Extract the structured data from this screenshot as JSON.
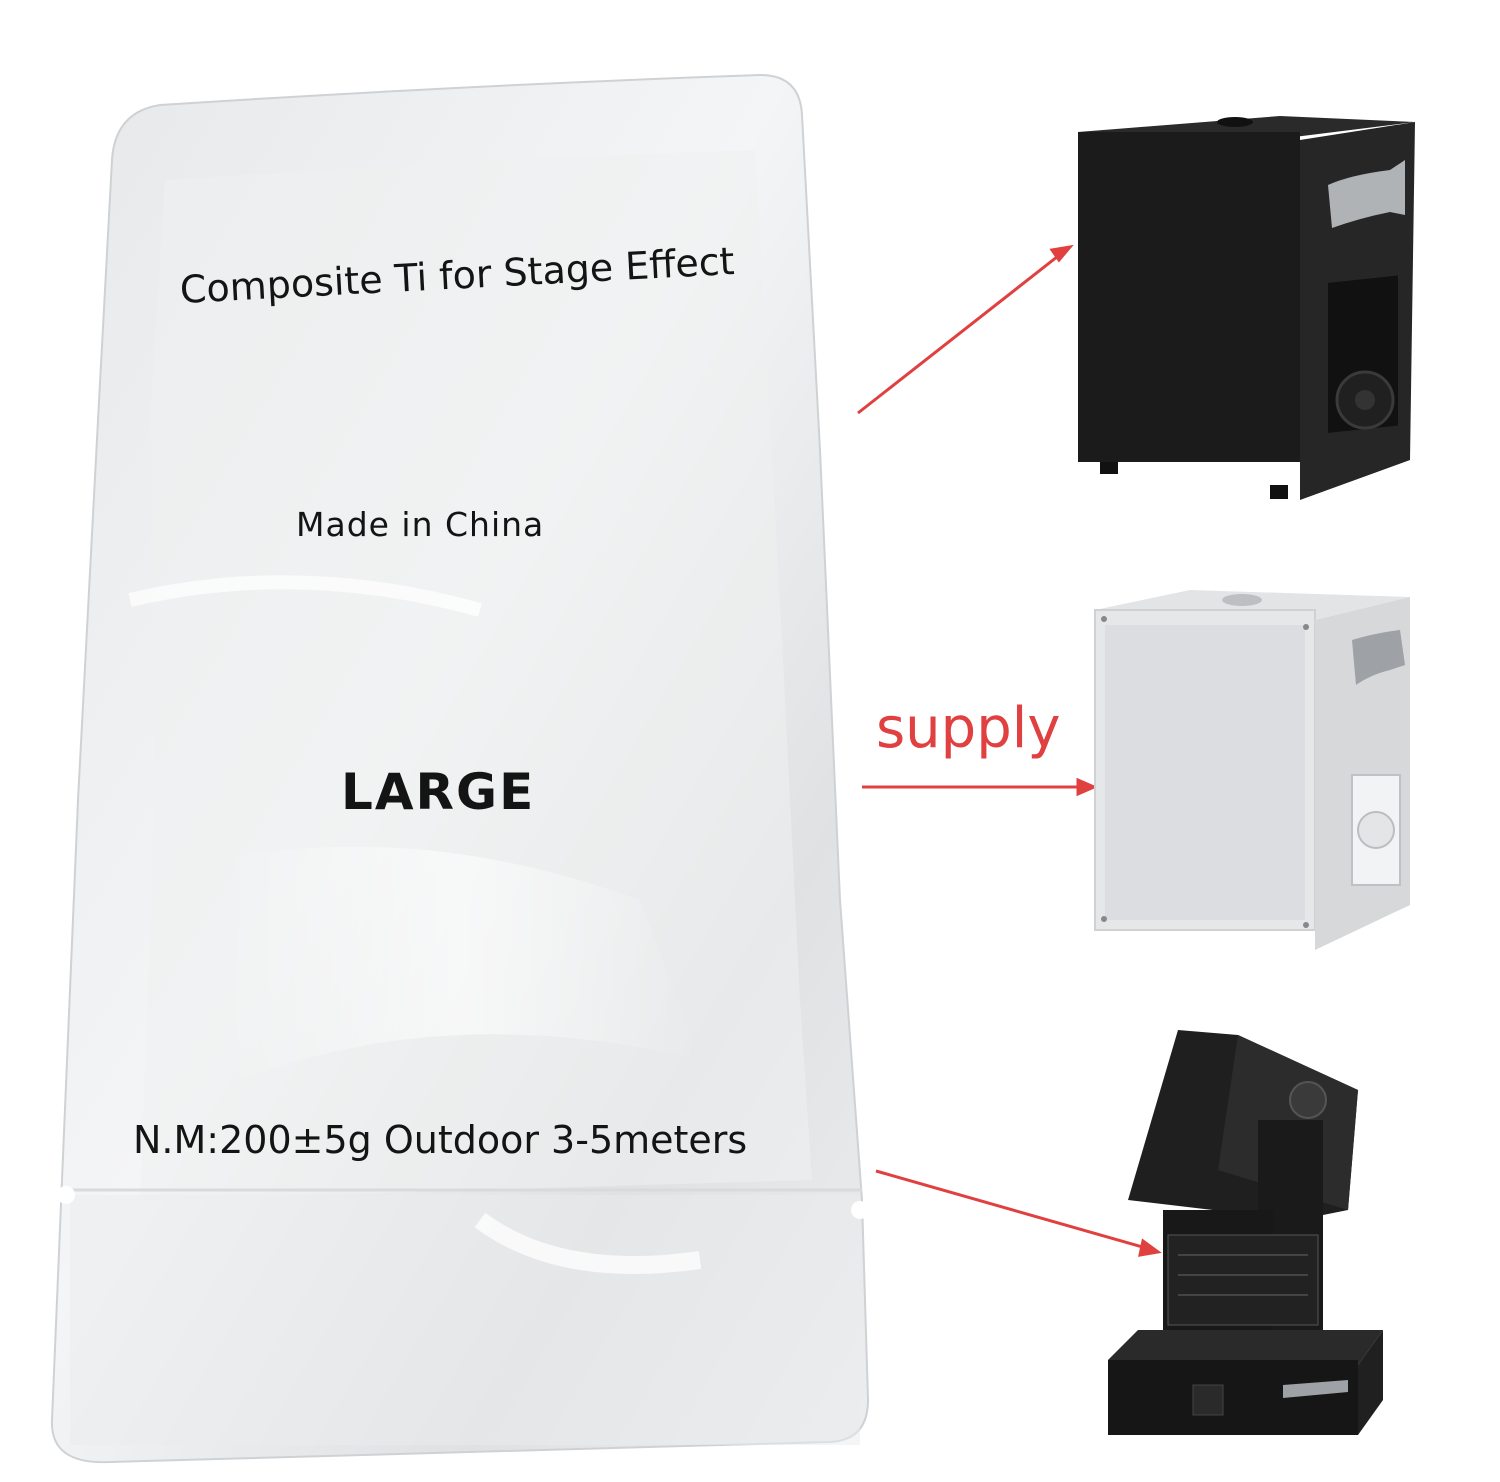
{
  "pouch": {
    "title": "Composite Ti for Stage Effect",
    "origin": "Made in China",
    "size": "LARGE",
    "spec": "N.M:200±5g Outdoor 3-5meters"
  },
  "annotation": {
    "label": "supply",
    "color": "#e04040"
  },
  "machines": [
    {
      "name": "black spark machine",
      "color": "#1b1b1b"
    },
    {
      "name": "white spark machine",
      "color": "#e6e7e8"
    },
    {
      "name": "moving head spark machine",
      "color": "#1f1f1f"
    }
  ]
}
